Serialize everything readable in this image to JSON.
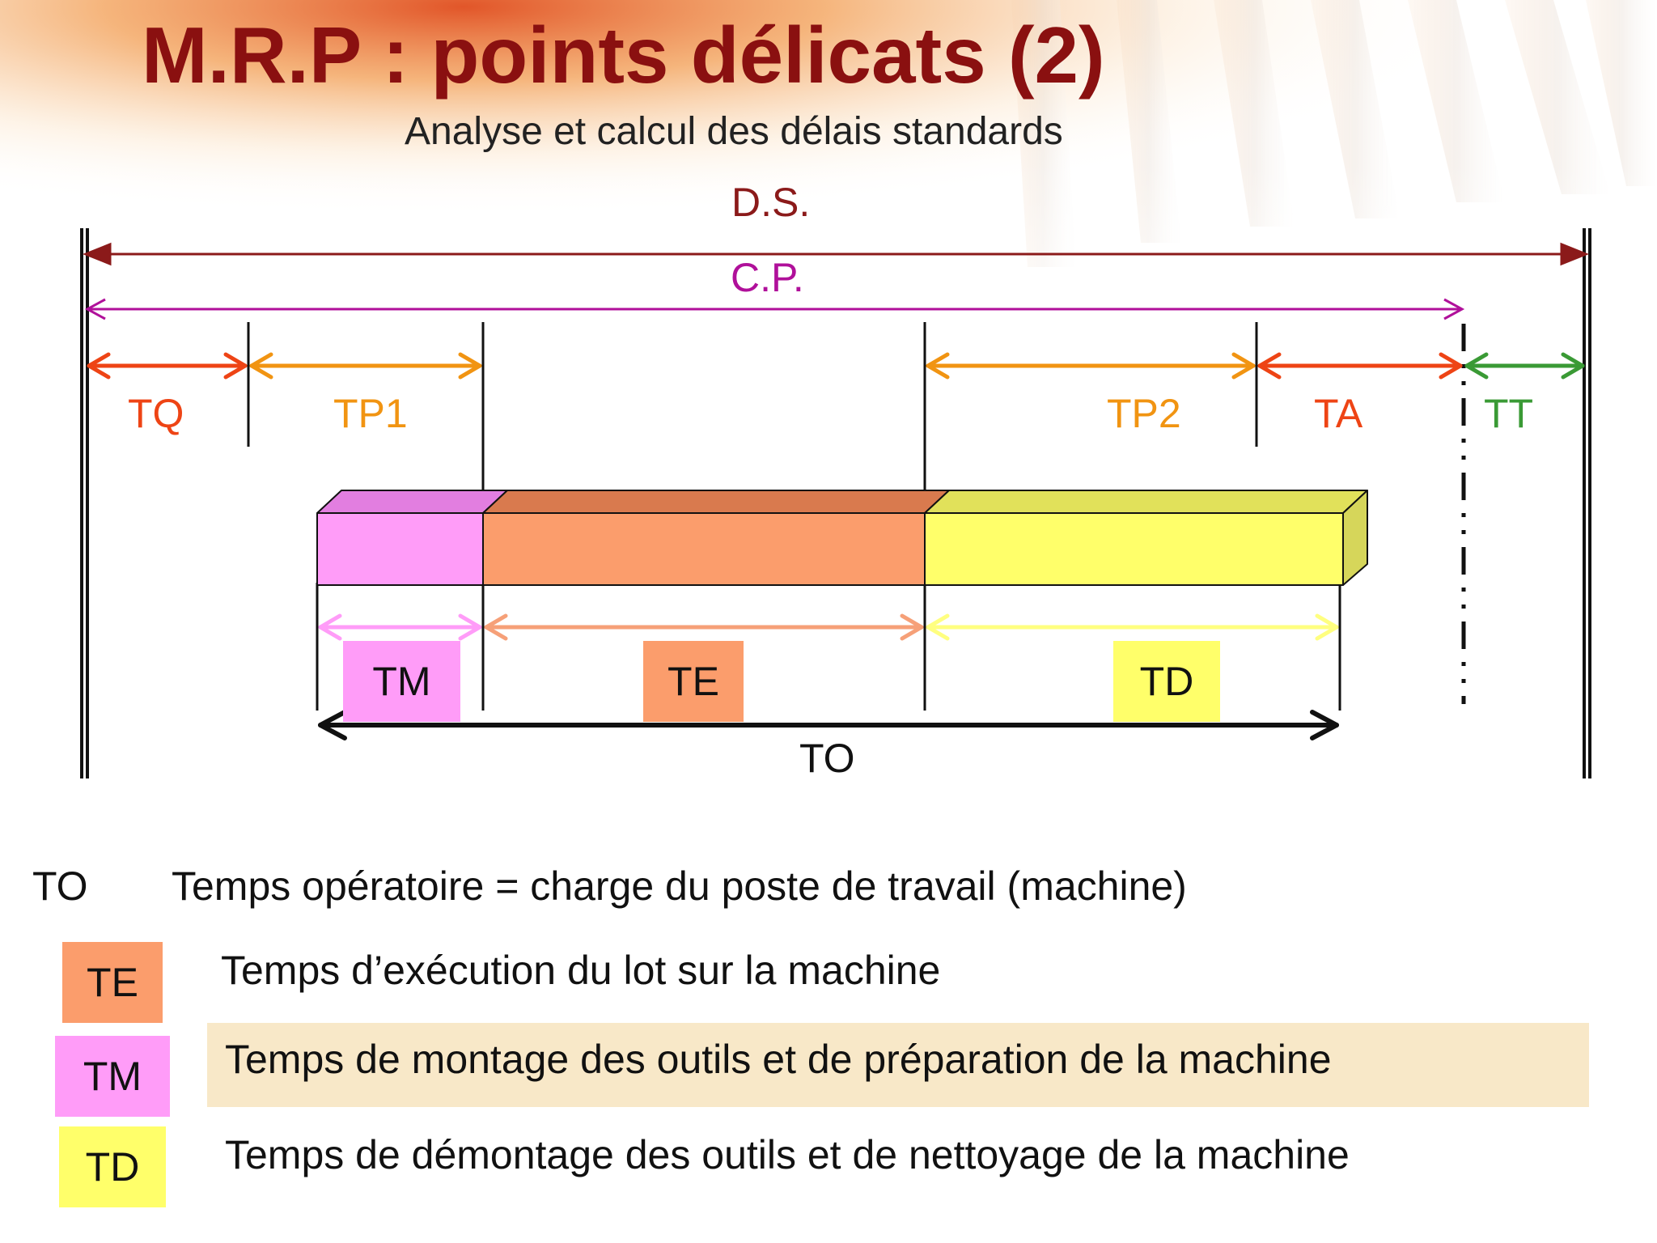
{
  "title": "M.R.P : points délicats (2)",
  "subtitle": "Analyse et calcul des délais standards",
  "diagram": {
    "ds": "D.S.",
    "cp": "C.P.",
    "tq": "TQ",
    "tp1": "TP1",
    "tp2": "TP2",
    "ta": "TA",
    "tt": "TT",
    "tm": "TM",
    "te": "TE",
    "td": "TD",
    "to": "TO"
  },
  "legend": [
    {
      "code": "TO",
      "text": "Temps opératoire = charge du poste de travail (machine)"
    },
    {
      "code": "TE",
      "text": "Temps d’exécution du lot sur la machine"
    },
    {
      "code": "TM",
      "text": "Temps de montage des outils et de préparation de la machine"
    },
    {
      "code": "TD",
      "text": "Temps de démontage des outils et de nettoyage de la machine"
    }
  ],
  "colors": {
    "title": "#8a1010",
    "ds": "#8b1a1a",
    "cp": "#b0109a",
    "tq": "#ee4415",
    "tp": "#f19412",
    "ta": "#ee4415",
    "tt": "#3a9a35",
    "tm": "#ff9cf8",
    "te": "#fb9d6c",
    "td": "#ffff6a"
  }
}
